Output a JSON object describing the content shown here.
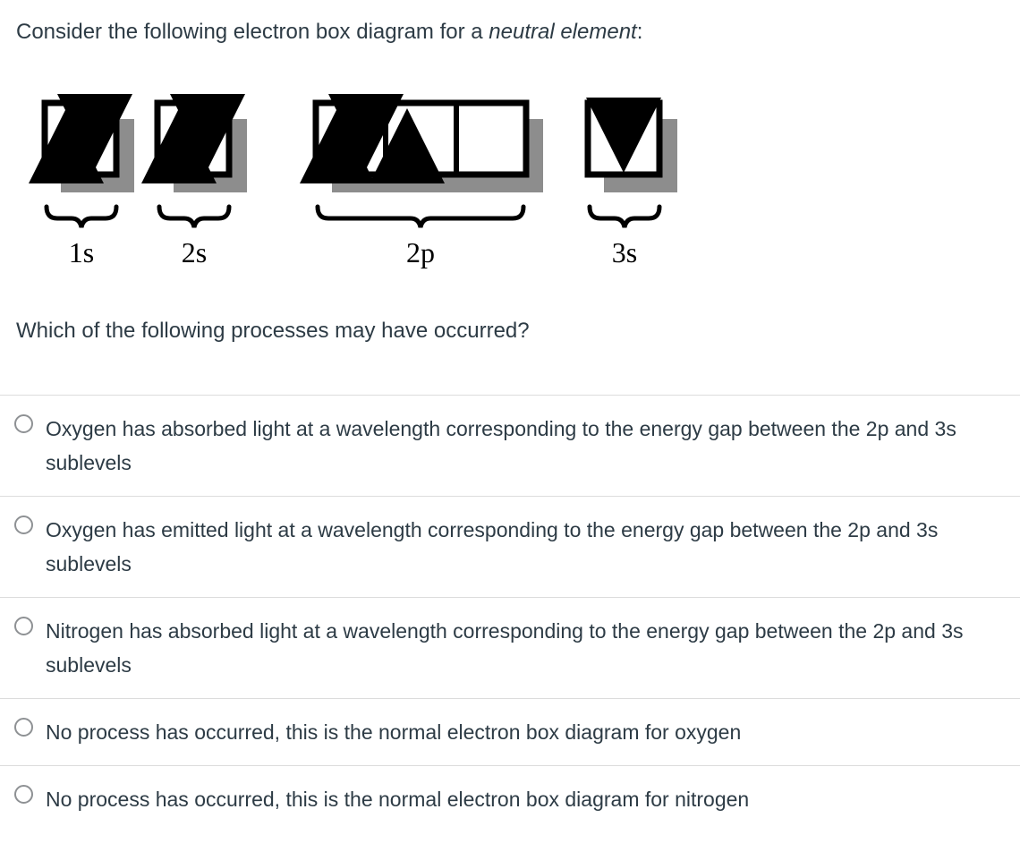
{
  "prompt": {
    "lead": "Consider the following electron box diagram for a ",
    "emphasis": "neutral element",
    "trail": ":"
  },
  "question": "Which of the following processes may have occurred?",
  "diagram": {
    "type": "electron-box-diagram",
    "shadow_color": "#8d8d8d",
    "box_color": "#000000",
    "sublevels": [
      {
        "label": "1s",
        "boxes": [
          {
            "up": true,
            "down": true
          }
        ]
      },
      {
        "label": "2s",
        "boxes": [
          {
            "up": true,
            "down": true
          }
        ]
      },
      {
        "label": "2p",
        "boxes": [
          {
            "up": true,
            "down": true
          },
          {
            "up": true,
            "down": false
          },
          {
            "up": false,
            "down": false
          }
        ]
      },
      {
        "label": "3s",
        "boxes": [
          {
            "up": false,
            "down": true
          }
        ]
      }
    ]
  },
  "answers": {
    "options": [
      {
        "id": "option-1",
        "label": "Oxygen has absorbed light at a wavelength corresponding to the energy gap between the 2p and 3s sublevels",
        "selected": false
      },
      {
        "id": "option-2",
        "label": "Oxygen has emitted light at a wavelength corresponding to the energy gap between the 2p and 3s sublevels",
        "selected": false
      },
      {
        "id": "option-3",
        "label": "Nitrogen has absorbed light at a wavelength corresponding to the energy gap between the 2p and 3s sublevels",
        "selected": false
      },
      {
        "id": "option-4",
        "label": "No process has occurred, this is the normal electron box diagram for oxygen",
        "selected": false
      },
      {
        "id": "option-5",
        "label": "No process has occurred, this is the normal electron box diagram for nitrogen",
        "selected": false
      }
    ]
  },
  "colors": {
    "text": "#2d3b45",
    "divider": "#dcdcdc",
    "radio_border": "#8e9194"
  }
}
